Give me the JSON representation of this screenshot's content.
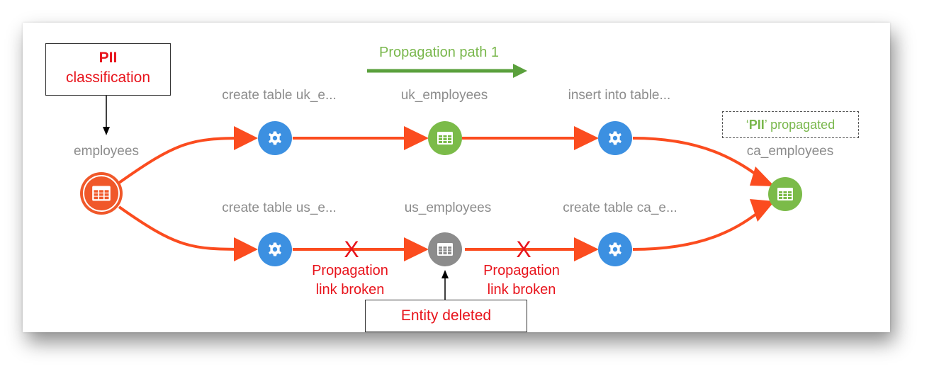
{
  "classification_box": {
    "line1": "PII",
    "line2": "classification"
  },
  "propagation_path_label": "Propagation path 1",
  "propagated_badge": {
    "quote_open": "‘",
    "tag": "PII",
    "quote_close": "’",
    "text": " propagated"
  },
  "deleted_box": "Entity deleted",
  "broken_link_label": {
    "line1": "Propagation",
    "line2": "link broken"
  },
  "x_mark": "X",
  "nodes": {
    "employees": "employees",
    "create_uk": "create table uk_e...",
    "uk_employees": "uk_employees",
    "insert_into": "insert into table...",
    "ca_employees": "ca_employees",
    "create_us": "create table us_e...",
    "us_employees": "us_employees",
    "create_ca": "create table ca_e..."
  },
  "colors": {
    "edge": "#fb4c1f",
    "process_node": "#3c90e1",
    "dataset_node": "#7bbb49",
    "source_node": "#f0582a",
    "deleted_node": "#8c8c8c",
    "annotation_red": "#e8141c",
    "annotation_green": "#79b74c"
  },
  "icons": {
    "process": "gear-icon",
    "dataset": "table-icon"
  }
}
